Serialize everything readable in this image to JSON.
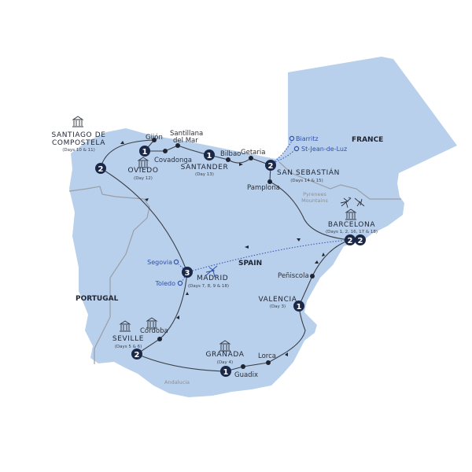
{
  "colors": {
    "land": "#b8d0ec",
    "stop_marker": "#1b2747",
    "route": "#3a3f48",
    "side_trip": "#2f4fa8"
  },
  "countries": {
    "france": "FRANCE",
    "spain": "SPAIN",
    "portugal": "PORTUGAL"
  },
  "regions": {
    "pyrenees_1": "Pyrenees",
    "pyrenees_2": "Mountains",
    "andalucia": "Andalucia"
  },
  "stops": {
    "santiago": {
      "name_1": "SANTIAGO DE",
      "name_2": "COMPOSTELA",
      "days": "(Days 10 & 11)",
      "nights": "2"
    },
    "oviedo": {
      "name": "OVIEDO",
      "days": "(Day 12)",
      "nights": "1"
    },
    "santander": {
      "name": "SANTANDER",
      "days": "(Day 13)",
      "nights": "1"
    },
    "san_sebastian": {
      "name": "SAN SEBASTIÁN",
      "days": "(Days 14 & 15)",
      "nights": "2"
    },
    "barcelona": {
      "name": "BARCELONA",
      "days": "(Days 1, 2, 16, 17 & 18)",
      "nights_start": "2",
      "nights_end": "2"
    },
    "madrid": {
      "name": "MADRID",
      "days": "(Days 7, 8, 9 & 18)",
      "nights": "3"
    },
    "valencia": {
      "name": "VALENCIA",
      "days": "(Day 3)",
      "nights": "1"
    },
    "granada": {
      "name": "GRANADA",
      "days": "(Day 4)",
      "nights": "1"
    },
    "seville": {
      "name": "SEVILLE",
      "days": "(Days 5 & 6)",
      "nights": "2"
    }
  },
  "visits": {
    "gijon": "Gijón",
    "santillana_1": "Santillana",
    "santillana_2": "del Mar",
    "covadonga": "Covadonga",
    "bilbao": "Bilbao",
    "getaria": "Getaria",
    "pamplona": "Pamplona",
    "peniscola": "Peñiscola",
    "lorca": "Lorca",
    "guadix": "Guadix",
    "cordoba": "Córdoba"
  },
  "side_trips": {
    "biarritz": "Biarritz",
    "st_jean": "St-Jean-de-Luz",
    "segovia": "Segovia",
    "toledo": "Toledo"
  },
  "icons": [
    "building-icon",
    "plane-icon"
  ]
}
